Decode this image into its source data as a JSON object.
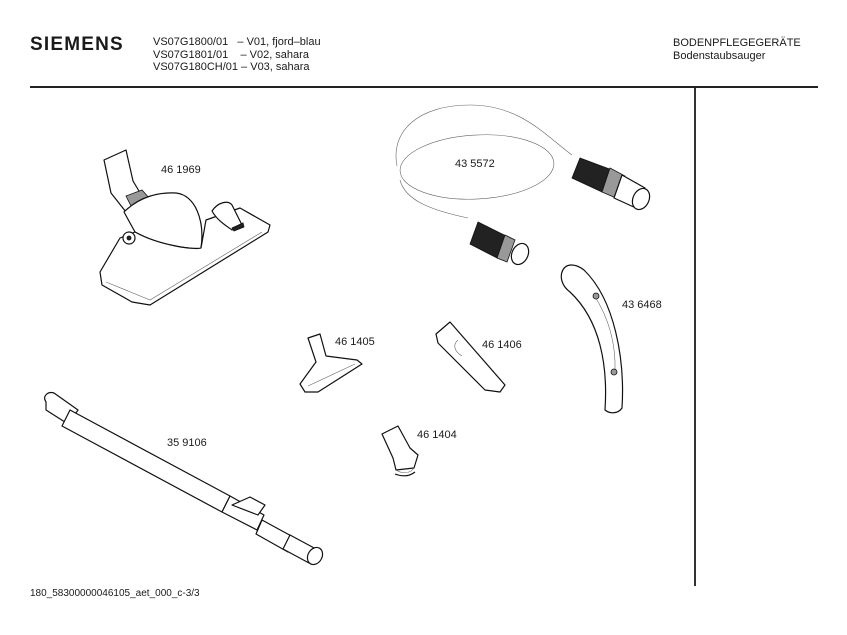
{
  "header": {
    "brand": "SIEMENS",
    "models": [
      "VS07G1800/01   – V01, fjord–blau",
      "VS07G1801/01    – V02, sahara",
      "VS07G180CH/01 – V03, sahara"
    ],
    "category": "BODENPFLEGEGERÄTE",
    "subcategory": "Bodenstaubsauger"
  },
  "parts": [
    {
      "id": "floor-nozzle",
      "number": "46 1969"
    },
    {
      "id": "hose",
      "number": "43 5572"
    },
    {
      "id": "handle",
      "number": "43 6468"
    },
    {
      "id": "upholstery-nozzle",
      "number": "46 1405"
    },
    {
      "id": "crevice-nozzle",
      "number": "46 1406"
    },
    {
      "id": "small-nozzle",
      "number": "46 1404"
    },
    {
      "id": "telescopic-tube",
      "number": "35 9106"
    }
  ],
  "footer": {
    "doc_code": "180_58300000046105_aet_000_c-3/3"
  }
}
